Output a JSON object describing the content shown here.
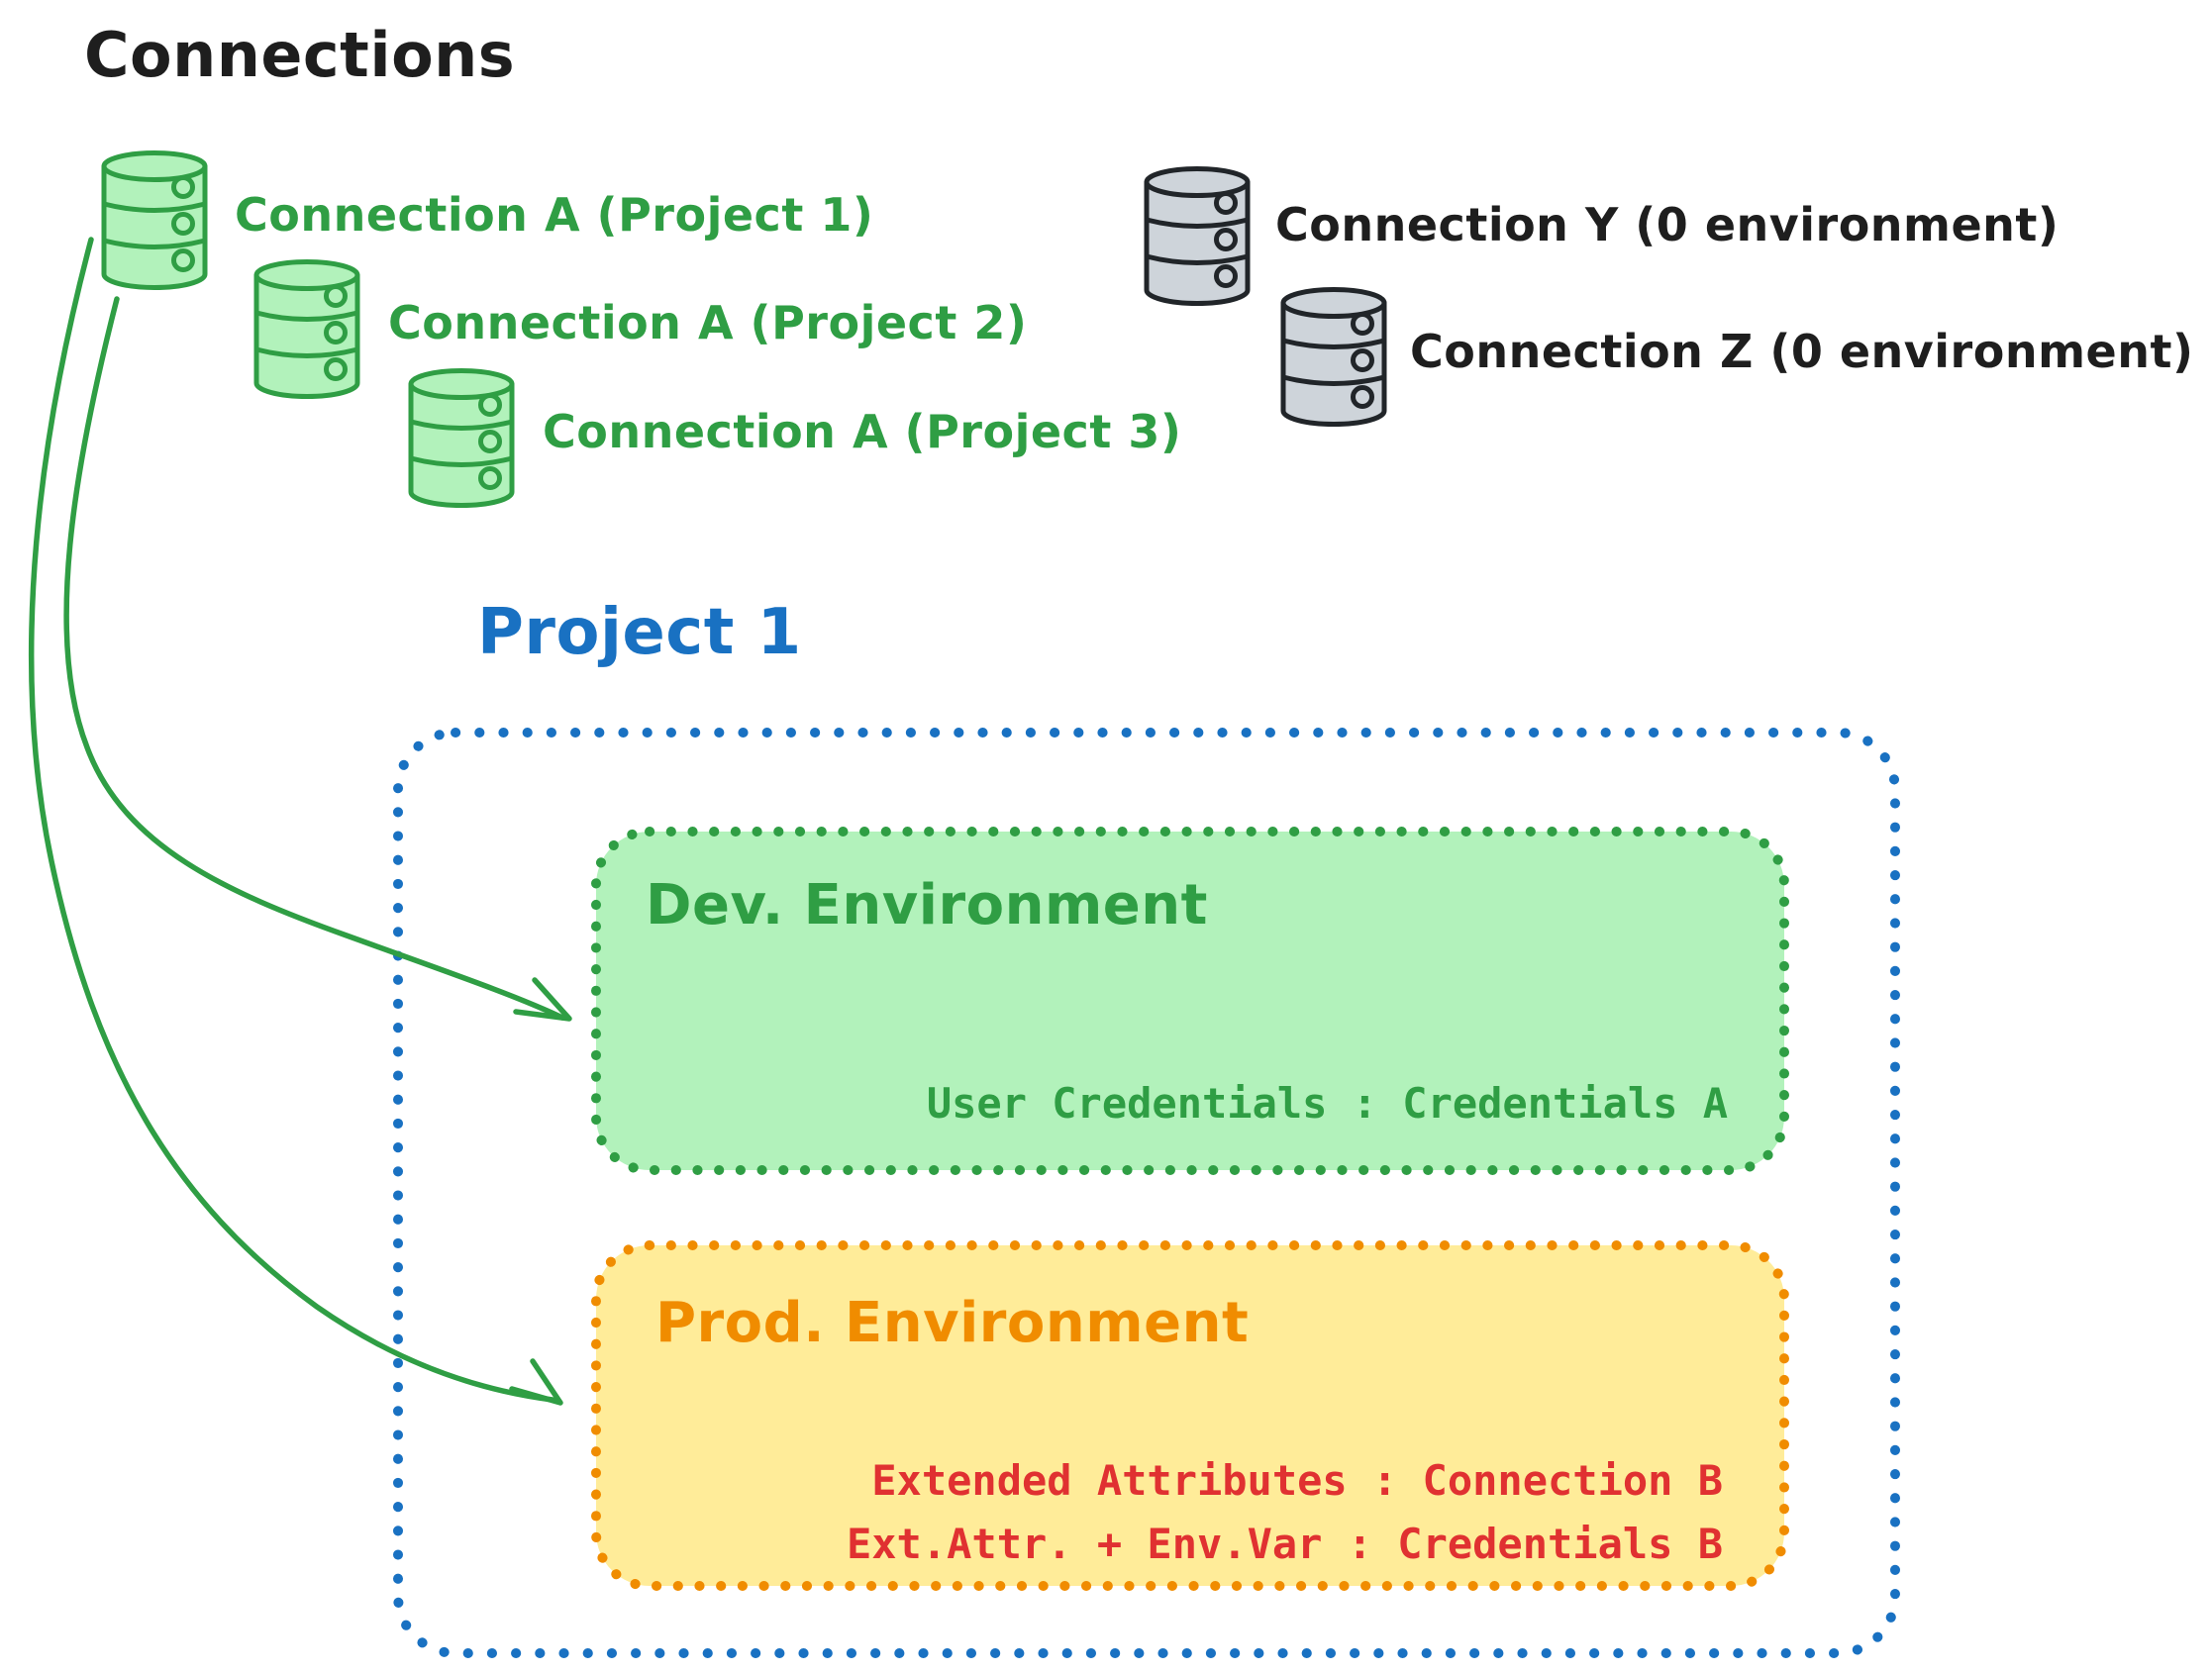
{
  "title": "Connections",
  "connections_shared": [
    {
      "label": "Connection A (Project 1)"
    },
    {
      "label": "Connection A (Project 2)"
    },
    {
      "label": "Connection A (Project 3)"
    }
  ],
  "connections_unassigned": [
    {
      "label": "Connection Y (0 environment)"
    },
    {
      "label": "Connection Z (0 environment)"
    }
  ],
  "project": {
    "title": "Project 1",
    "dev": {
      "title": "Dev. Environment",
      "mapping": "User Credentials : Credentials A"
    },
    "prod": {
      "title": "Prod. Environment",
      "mapping_line1": "Extended Attributes : Connection B",
      "mapping_line2": "Ext.Attr. + Env.Var : Credentials B"
    }
  },
  "colors": {
    "ink": "#1e1e1e",
    "green_stroke": "#2f9e44",
    "green_fill": "#b2f2bb",
    "gray_fill": "#ced4da",
    "blue": "#1971c2",
    "orange": "#f08c00",
    "yellow_fill": "#ffec99",
    "red": "#e03131"
  }
}
